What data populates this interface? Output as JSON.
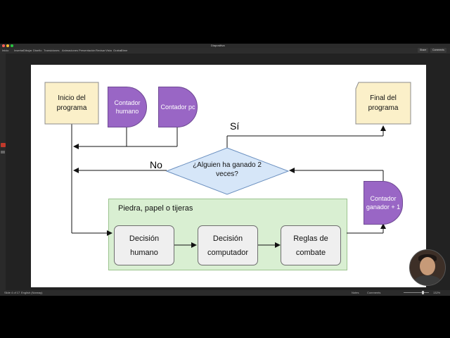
{
  "window": {
    "title": "Diapositiva"
  },
  "menu": {
    "items": [
      "Inicio",
      "Insertar",
      "Dibujar",
      "Diseño",
      "Transiciones",
      "Animaciones",
      "Presentación",
      "Revisar",
      "Vista",
      "Grabar",
      "Dime"
    ]
  },
  "toolbar": {
    "share_label": "Share",
    "comments_label": "Comments"
  },
  "slide": {
    "start_label": "Inicio del programa",
    "end_label": "Final del programa",
    "counter_human": "Contador humano",
    "counter_pc": "Contador pc",
    "counter_winner": "Contador ganador + 1",
    "decision_text": "¿Alguien ha ganado 2 veces?",
    "yes_label": "Sí",
    "no_label": "No",
    "group_title": "Piedra, papel o tijeras",
    "step_human": "Decisión humano",
    "step_computer": "Decisión computador",
    "step_rules": "Reglas de combate"
  },
  "status": {
    "slide_indicator": "Slide 4 of 17",
    "language": "English (Norway)",
    "notes_label": "Notes",
    "comments_label": "Comments",
    "zoom": "132%"
  },
  "colors": {
    "doc_fill": "#fbf0c9",
    "counter_fill": "#9966c5",
    "decision_fill": "#d6e6f8",
    "group_fill": "#d9efd2",
    "process_fill": "#efefef"
  }
}
